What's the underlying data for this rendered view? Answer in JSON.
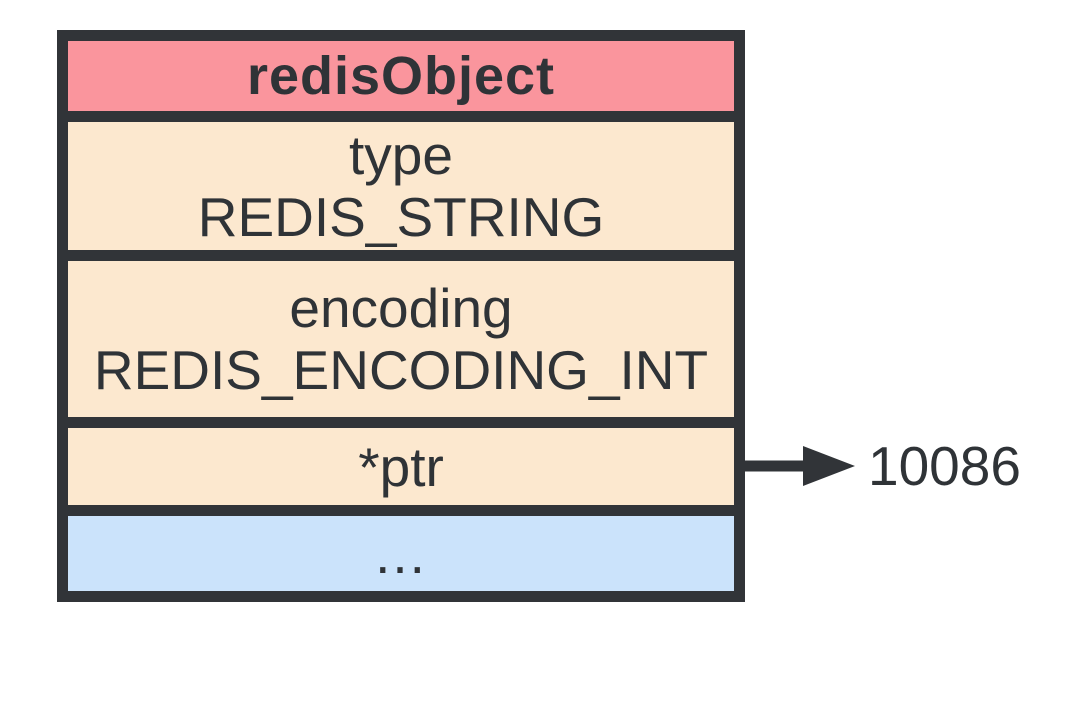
{
  "diagram": {
    "box": {
      "header": {
        "label": "redisObject"
      },
      "rows": [
        {
          "name": "type",
          "lines": [
            "type",
            "REDIS_STRING"
          ]
        },
        {
          "name": "encoding",
          "lines": [
            "encoding",
            "REDIS_ENCODING_INT"
          ]
        },
        {
          "name": "ptr",
          "lines": [
            "*ptr"
          ]
        },
        {
          "name": "ellipsis",
          "lines": [
            "..."
          ]
        }
      ]
    },
    "pointer": {
      "value": "10086"
    }
  },
  "colors": {
    "header_bg": "#fa959d",
    "field_bg": "#fce8cf",
    "ellipsis_bg": "#cbe3fb",
    "border": "#313438",
    "text": "#2f3337",
    "canvas_bg": "#ffffff"
  }
}
